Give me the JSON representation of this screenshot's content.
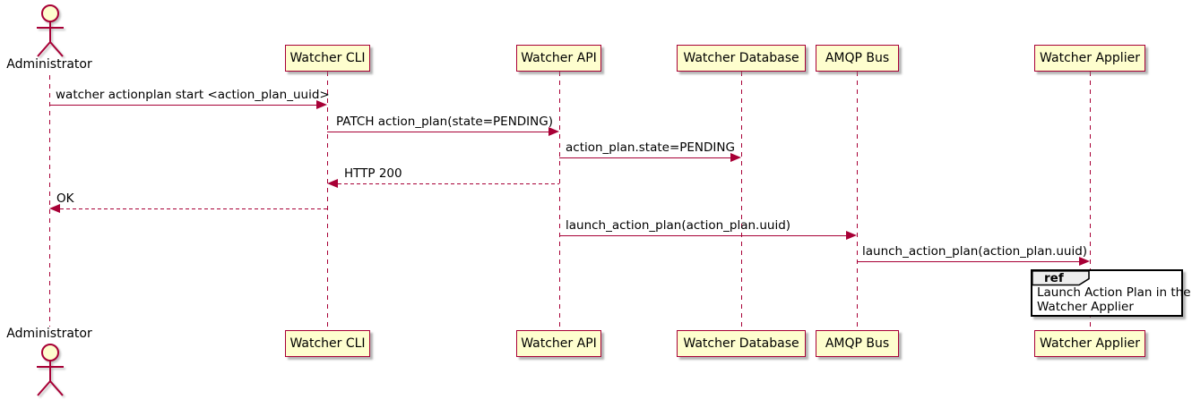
{
  "diagram_type": "sequence",
  "actors": {
    "administrator": {
      "label": "Administrator"
    }
  },
  "participants": [
    {
      "label": "Watcher CLI"
    },
    {
      "label": "Watcher API"
    },
    {
      "label": "Watcher Database"
    },
    {
      "label": "AMQP Bus"
    },
    {
      "label": "Watcher Applier"
    }
  ],
  "messages": [
    {
      "label": "watcher actionplan start <action_plan_uuid>",
      "from": "Administrator",
      "to": "Watcher CLI",
      "line": "solid"
    },
    {
      "label": "PATCH action_plan(state=PENDING)",
      "from": "Watcher CLI",
      "to": "Watcher API",
      "line": "solid"
    },
    {
      "label": "action_plan.state=PENDING",
      "from": "Watcher API",
      "to": "Watcher Database",
      "line": "solid"
    },
    {
      "label": "HTTP 200",
      "from": "Watcher API",
      "to": "Watcher CLI",
      "line": "dashed"
    },
    {
      "label": "OK",
      "from": "Watcher CLI",
      "to": "Administrator",
      "line": "dashed"
    },
    {
      "label": "launch_action_plan(action_plan.uuid)",
      "from": "Watcher API",
      "to": "AMQP Bus",
      "line": "solid"
    },
    {
      "label": "launch_action_plan(action_plan.uuid)",
      "from": "AMQP Bus",
      "to": "Watcher Applier",
      "line": "solid"
    }
  ],
  "ref_fragment": {
    "keyword": "ref",
    "lines": [
      "Launch Action Plan in the",
      "Watcher Applier"
    ],
    "over": "Watcher Applier"
  },
  "colors": {
    "stroke": "#A80036",
    "participant_fill": "#FEFECE",
    "ref_header_fill": "#EEEEEE",
    "ref_border": "#000000",
    "text": "#000000",
    "background": "#FFFFFF"
  }
}
